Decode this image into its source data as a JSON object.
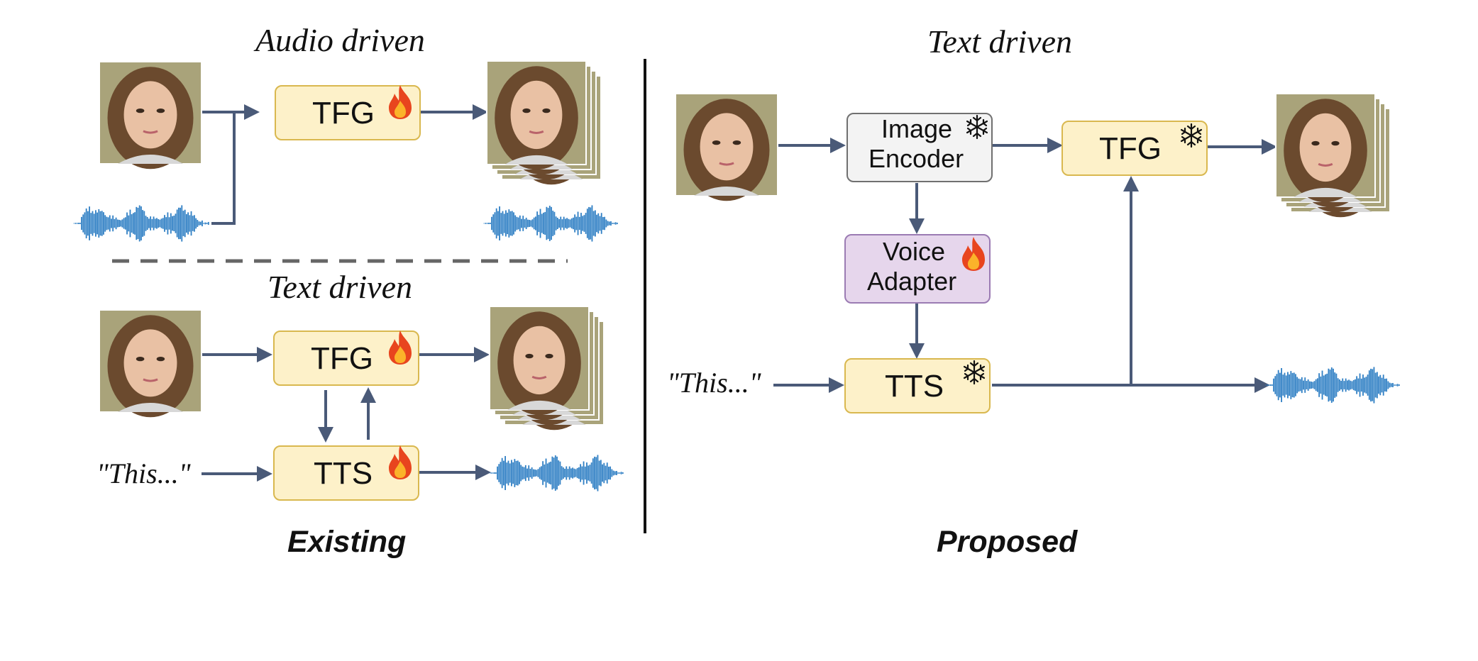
{
  "existing": {
    "audio_title": "Audio driven",
    "text_title": "Text driven",
    "tfg_audio": "TFG",
    "tfg_text": "TFG",
    "tts": "TTS",
    "quote": "\"This...\"",
    "label": "Existing"
  },
  "proposed": {
    "title": "Text driven",
    "image_encoder_line1": "Image",
    "image_encoder_line2": "Encoder",
    "voice_adapter_line1": "Voice",
    "voice_adapter_line2": "Adapter",
    "tfg": "TFG",
    "tts": "TTS",
    "quote": "\"This...\"",
    "label": "Proposed"
  },
  "icons": {
    "trainable": "fire-icon",
    "frozen": "snowflake-icon"
  },
  "colors": {
    "arrow": "#4a5a78",
    "module_fill": "#fdf1c9",
    "module_border": "#d9b84f",
    "encoder_fill": "#f3f3f3",
    "adapter_fill": "#e6d6ec",
    "waveform": "#2f7fc4"
  }
}
